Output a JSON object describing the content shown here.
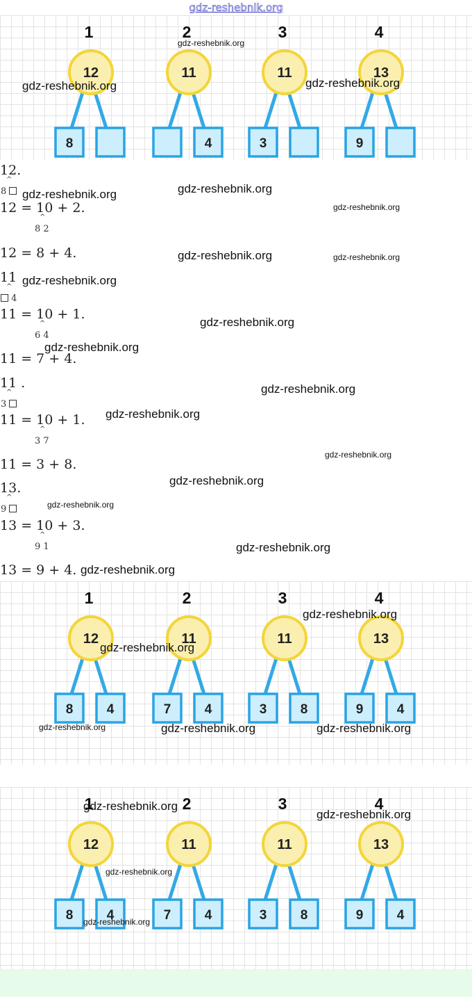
{
  "header": {
    "site_link": "gdz-reshebnik.org"
  },
  "panels": {
    "trees": [
      {
        "number": "1",
        "top": "12"
      },
      {
        "number": "2",
        "top": "11"
      },
      {
        "number": "3",
        "top": "11"
      },
      {
        "number": "4",
        "top": "13"
      }
    ],
    "task_leaves": [
      [
        "8",
        ""
      ],
      [
        "",
        "4"
      ],
      [
        "3",
        ""
      ],
      [
        "9",
        ""
      ]
    ],
    "answer_leaves": [
      [
        "8",
        "4"
      ],
      [
        "7",
        "4"
      ],
      [
        "3",
        "8"
      ],
      [
        "9",
        "4"
      ]
    ]
  },
  "solution": [
    {
      "head_num": "12",
      "head_punct": ".",
      "sub_left": "8",
      "eq1": "12 = 10 + 2.",
      "eq1_sub": "8  2",
      "eq2": "12 = 8 + 4."
    },
    {
      "head_num": "11",
      "head_punct": "",
      "sub_right": "4",
      "eq1": "11 = 10 + 1.",
      "eq1_sub": "6  4",
      "eq2": "11 = 7 + 4."
    },
    {
      "head_num": "11",
      "head_punct": " .",
      "sub_left": "3",
      "eq1": "11 = 10 + 1.",
      "eq1_sub": "3  7",
      "eq2": "11 = 3 + 8."
    },
    {
      "head_num": "13",
      "head_punct": ".",
      "sub_left": "9",
      "eq1": "13 = 10 + 3.",
      "eq1_sub": "9  1",
      "eq2": "13 = 9 + 4."
    }
  ],
  "watermark": "gdz-reshebnik.org",
  "colors": {
    "circle_fill": "#fbefb0",
    "circle_stroke": "#f3d53a",
    "box_fill": "#cdeefc",
    "box_stroke": "#2aa4e3",
    "line": "#33a9e6"
  }
}
